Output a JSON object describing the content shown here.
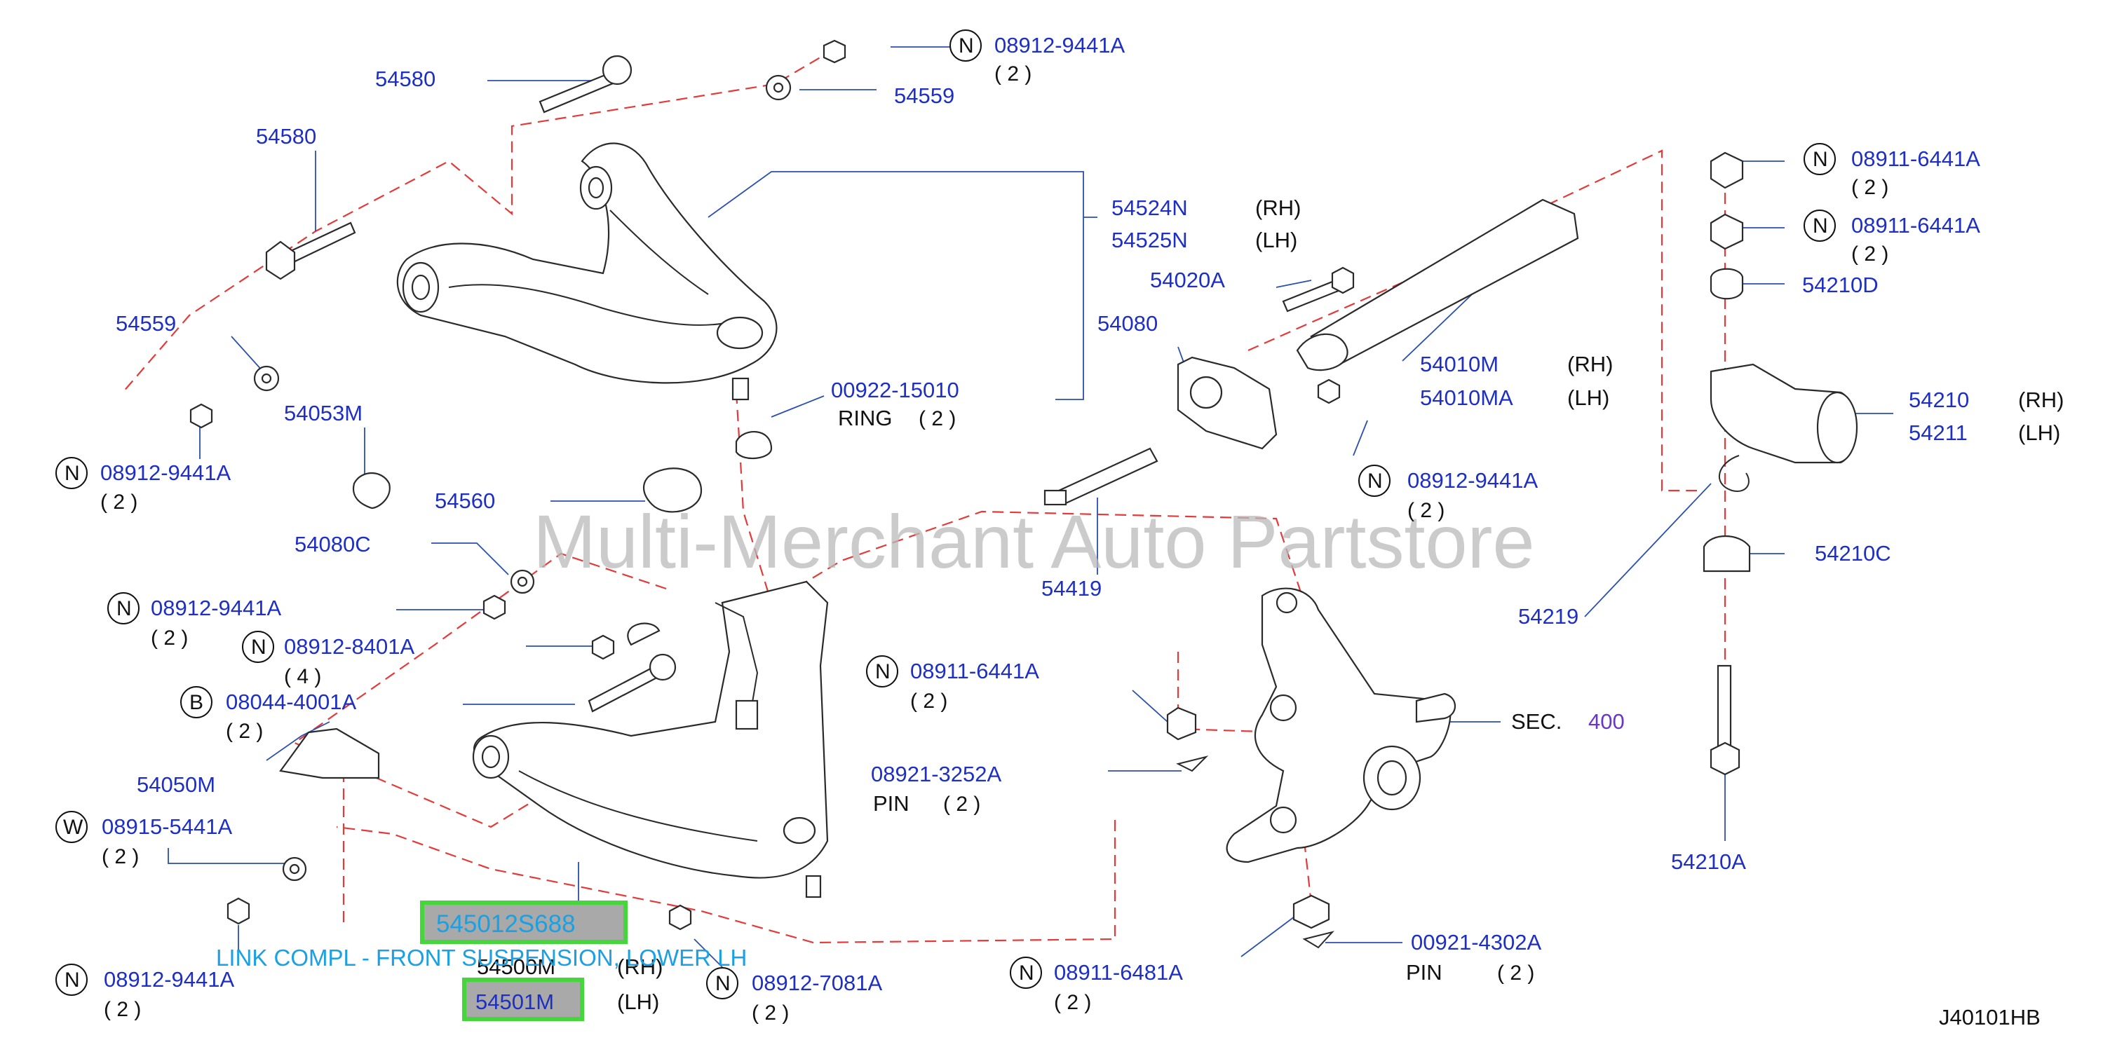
{
  "watermark": "Multi-Merchant Auto Partstore",
  "diagram_code": "J40101HB",
  "highlight": {
    "part_number": "545012S688",
    "description": "LINK COMPL - FRONT SUSPENSION, LOWER LH",
    "highlighted_ref": "54501M",
    "box_color": "#45d63c",
    "text_color": "#1aa0e3"
  },
  "colors": {
    "part_number": "#1d2fc4",
    "dashed_line": "#e43a3a",
    "section_ref": "#6a35c9"
  },
  "labels": {
    "p54580_top": "54580",
    "p54559_top": "54559",
    "n_top": "N",
    "p08912_9441A_top": "08912-9441A",
    "q_top": "( 2 )",
    "p54580_mid": "54580",
    "p54559_left": "54559",
    "p54053M": "54053M",
    "n_left1": "N",
    "p08912_9441A_left1": "08912-9441A",
    "q_left1": "( 2 )",
    "p54524N": "54524N",
    "rh_54524N": "(RH)",
    "p54525N": "54525N",
    "lh_54525N": "(LH)",
    "p00922_15010": "00922-15010",
    "ring": "RING",
    "q_ring": "( 2 )",
    "p54020A": "54020A",
    "p54080": "54080",
    "p54010M": "54010M",
    "rh_54010M": "(RH)",
    "p54010MA": "54010MA",
    "lh_54010MA": "(LH)",
    "n_mid": "N",
    "p08912_9441A_mid": "08912-9441A",
    "q_mid": "( 2 )",
    "n_r1": "N",
    "p08911_6441A_r1": "08911-6441A",
    "q_r1": "( 2 )",
    "n_r2": "N",
    "p08911_6441A_r2": "08911-6441A",
    "q_r2": "( 2 )",
    "p54210D": "54210D",
    "p54210": "54210",
    "rh_54210": "(RH)",
    "p54211": "54211",
    "lh_54211": "(LH)",
    "p54210C": "54210C",
    "p54219": "54219",
    "p54210A": "54210A",
    "p54560": "54560",
    "p54080C": "54080C",
    "n_l2": "N",
    "p08912_9441A_l2": "08912-9441A",
    "q_l2": "( 2 )",
    "n_l3": "N",
    "p08912_8401A": "08912-8401A",
    "q_l3": "( 4 )",
    "b_l4": "B",
    "p08044_4001A": "08044-4001A",
    "q_l4": "( 2 )",
    "p54050M": "54050M",
    "w_l5": "W",
    "p08915_5441A": "08915-5441A",
    "q_l5": "( 2 )",
    "n_l6": "N",
    "p08912_9441A_l6": "08912-9441A",
    "q_l6": "( 2 )",
    "p54419": "54419",
    "n_c1": "N",
    "p08911_6441A_c1": "08911-6441A",
    "q_c1": "( 2 )",
    "p08921_3252A": "08921-3252A",
    "pin_c2": "PIN",
    "q_c2": "( 2 )",
    "sec": "SEC.",
    "sec_num": "400",
    "p54500M": "54500M",
    "rh_54500M": "(RH)",
    "lh_54501M": "(LH)",
    "n_b1": "N",
    "p08912_7081A": "08912-7081A",
    "q_b1": "( 2 )",
    "n_b2": "N",
    "p08911_6481A": "08911-6481A",
    "q_b2": "( 2 )",
    "p00921_4302A": "00921-4302A",
    "pin_b3": "PIN",
    "q_b3": "( 2 )"
  }
}
